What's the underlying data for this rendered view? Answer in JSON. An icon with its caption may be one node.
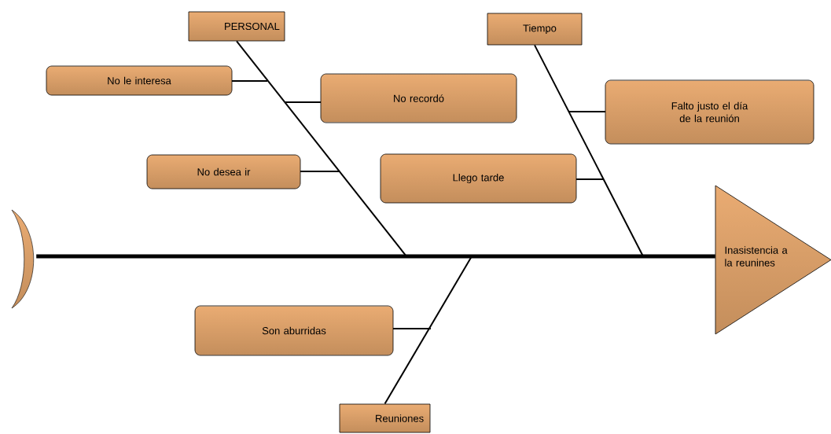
{
  "diagram": {
    "nodes": [
      {
        "text": [
          "PERSONAL"
        ]
      },
      {
        "text": [
          "Tiempo"
        ]
      },
      {
        "text": [
          "No le interesa"
        ]
      },
      {
        "text": [
          "No recordó"
        ]
      },
      {
        "text": [
          "Falto justo el día de la reunión"
        ]
      },
      {
        "text": [
          "No desea ir"
        ]
      },
      {
        "text": [
          "Llego tarde"
        ]
      },
      {
        "text": [
          "Inasistencia a la reunines"
        ]
      },
      {
        "text": [
          "Son aburridas"
        ]
      },
      {
        "text": [
          "Reuniones"
        ]
      },
      {
        "text": [],
        "shape": "crescent"
      }
    ],
    "edges": [
      {
        "from": 10,
        "to": 7,
        "arrow": "none",
        "style": "thick"
      },
      {
        "from": 0,
        "to": null,
        "arrow": "none"
      },
      {
        "from": 1,
        "to": null,
        "arrow": "none"
      },
      {
        "from": 9,
        "to": null,
        "arrow": "none"
      },
      {
        "from": 2,
        "to": null,
        "arrow": "none"
      },
      {
        "from": 3,
        "to": null,
        "arrow": "none"
      },
      {
        "from": 5,
        "to": null,
        "arrow": "none"
      },
      {
        "from": 4,
        "to": null,
        "arrow": "none"
      },
      {
        "from": 6,
        "to": null,
        "arrow": "none"
      },
      {
        "from": 8,
        "to": null,
        "arrow": "none"
      }
    ]
  }
}
